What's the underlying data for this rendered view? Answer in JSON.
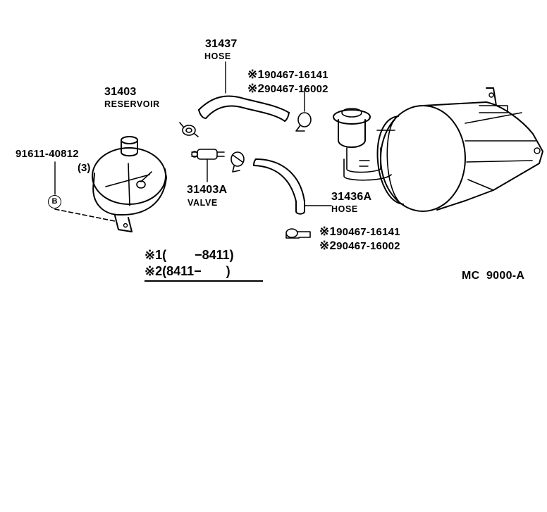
{
  "parts": {
    "hose_upper": {
      "number": "31437",
      "name": "HOSE"
    },
    "reservoir": {
      "number": "31403",
      "name": "RESERVOIR"
    },
    "bolt": {
      "number": "91611-40812",
      "qty": "(3)",
      "ref_mark": "B"
    },
    "valve": {
      "number": "31403A",
      "name": "VALVE"
    },
    "hose_lower": {
      "number": "31436A",
      "name": "HOSE"
    }
  },
  "clips_upper": {
    "row1": {
      "mark": "※1",
      "number": "90467-16141"
    },
    "row2": {
      "mark": "※2",
      "number": "90467-16002"
    }
  },
  "clips_lower": {
    "row1": {
      "mark": "※1",
      "number": "90467-16141"
    },
    "row2": {
      "mark": "※2",
      "number": "90467-16002"
    }
  },
  "legend": {
    "row1": {
      "mark": "※1",
      "range": "(        −8411)"
    },
    "row2": {
      "mark": "※2",
      "range": "(8411−       )"
    }
  },
  "diagram_code": "MC  9000-A"
}
